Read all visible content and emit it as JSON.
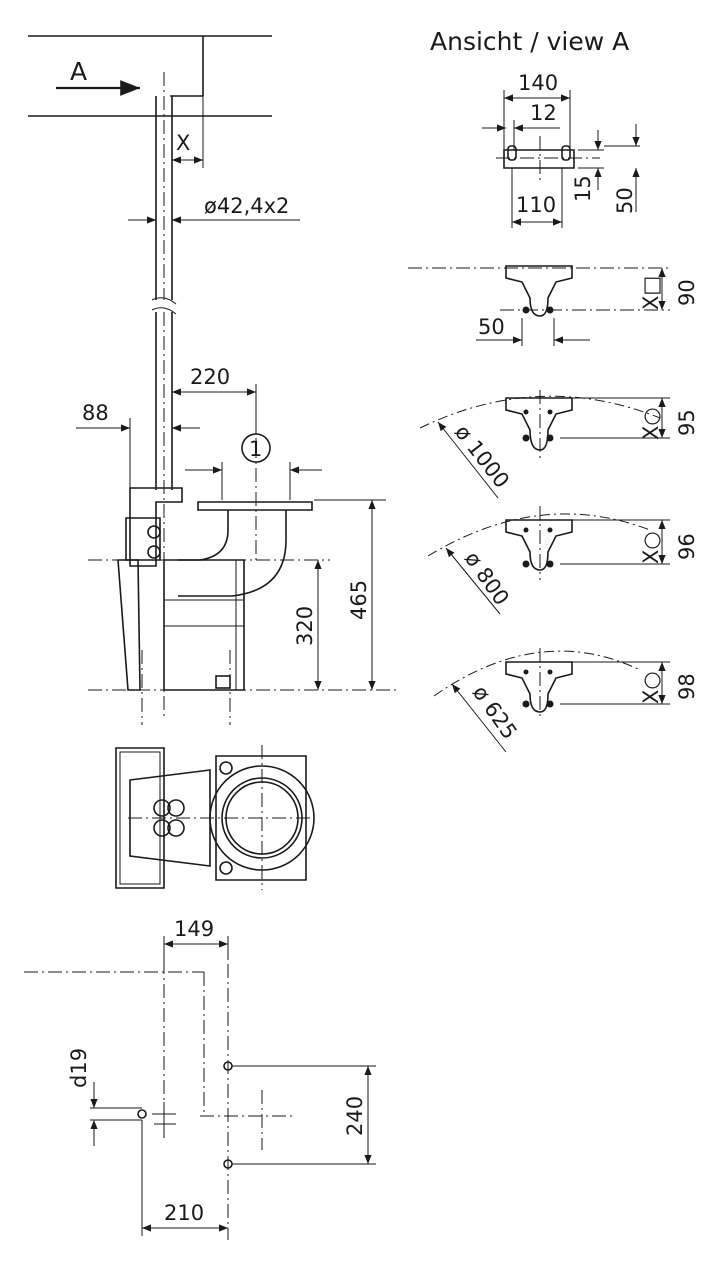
{
  "view_title": "Ansicht / view A",
  "view_arrow_label": "A",
  "main": {
    "dim_x": "X",
    "dim_pipe": "ø42,4x2",
    "dim_220": "220",
    "dim_88": "88",
    "callout_1": "1",
    "dim_465": "465",
    "dim_320": "320"
  },
  "view_a": {
    "dim_140": "140",
    "dim_12": "12",
    "dim_110": "110",
    "dim_15": "15",
    "dim_50": "50"
  },
  "variants": [
    {
      "x_label": "X□",
      "x_value": "90",
      "width_label": "50"
    },
    {
      "x_label": "X○",
      "x_value": "95",
      "diameter_label": "ø 1000"
    },
    {
      "x_label": "X○",
      "x_value": "96",
      "diameter_label": "ø 800"
    },
    {
      "x_label": "X○",
      "x_value": "98",
      "diameter_label": "ø 625"
    }
  ],
  "bottom": {
    "dim_149": "149",
    "dim_d19": "d19",
    "dim_240": "240",
    "dim_210": "210"
  }
}
